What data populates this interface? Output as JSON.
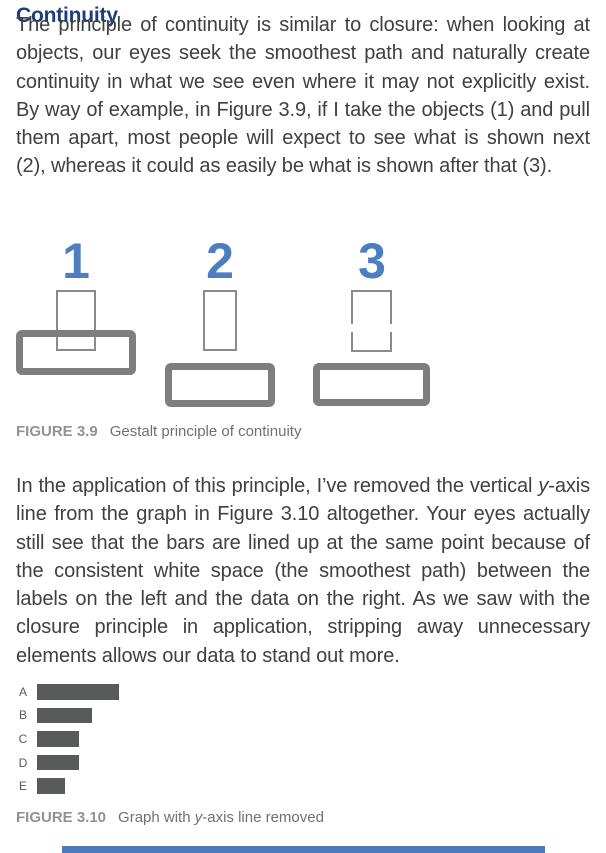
{
  "page": {
    "heading": "Continuity",
    "paragraph1": "The principle of continuity is similar to closure: when looking at objects, our eyes seek the smoothest path and naturally create continuity in what we see even where it may not explicitly exist. By way of example, in Figure 3.9, if I take the objects (1) and pull them apart, most people will expect to see what is shown next (2), whereas it could as easily be what is shown after that (3).",
    "paragraph2_segments": [
      {
        "text": "In the application of this principle, I’ve removed the vertical "
      },
      {
        "text": "y",
        "italic": true
      },
      {
        "text": "-axis line from the graph in Figure 3.10 altogether. Your eyes actually still see that the bars are lined up at the same point because of the consistent white space (the smoothest path) between the labels on the left and the data on the right. As we saw with the closure principle in application, stripping away unnecessary elements allows our data to stand out more."
      }
    ]
  },
  "figure39": {
    "labels": [
      "1",
      "2",
      "3"
    ],
    "caption_label": "FIGURE 3.9",
    "caption_text": "Gestalt principle of continuity"
  },
  "figure310": {
    "caption_label": "FIGURE 3.10",
    "caption_segments": [
      {
        "text": "Graph with "
      },
      {
        "text": "y",
        "italic": true
      },
      {
        "text": "-axis line removed"
      }
    ]
  },
  "chart_data": {
    "type": "bar",
    "orientation": "horizontal",
    "categories": [
      "A",
      "B",
      "C",
      "D",
      "E"
    ],
    "values": [
      82,
      55,
      42,
      42,
      28
    ],
    "title": "",
    "xlabel": "",
    "ylabel": "",
    "grid": false,
    "legend": false,
    "axis_note": "no y-axis line; bars left-aligned next to labels",
    "bar_color": "#58595b"
  },
  "colors": {
    "heading": "#1e3d7d",
    "numeral_blue": "#4d7ec0",
    "body_text": "#404042",
    "shape_gray_thick": "#7e7e7e",
    "shape_gray_thin": "#8b8b8b",
    "caption_label": "#909295",
    "caption_text": "#6f7072",
    "bar_gray": "#58595b",
    "bottom_bar_blue": "#4a7abc"
  }
}
